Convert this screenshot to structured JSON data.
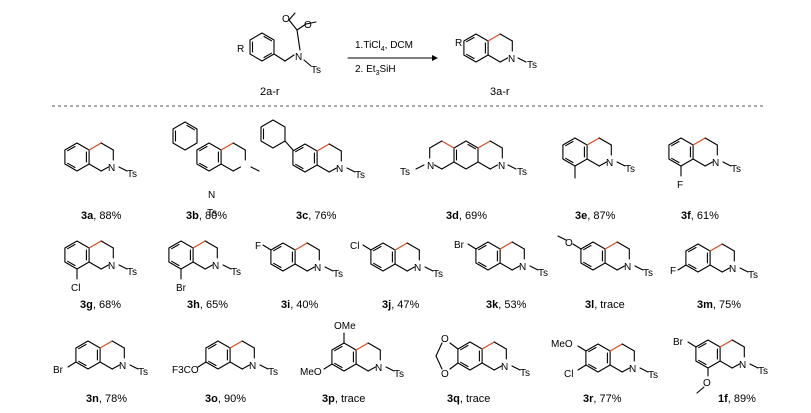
{
  "reaction": {
    "reactant_label": "2a-r",
    "product_label": "3a-r",
    "condition_1": "1.TiCl",
    "condition_1_sub": "4",
    "condition_1_tail": ", DCM",
    "condition_2": "2. Et",
    "condition_2_sub": "3",
    "condition_2_tail": "SiH"
  },
  "atoms": {
    "R": "R",
    "O": "O",
    "N": "N",
    "Ts": "Ts",
    "F": "F",
    "Cl": "Cl",
    "Br": "Br",
    "OMe": "OMe",
    "MeO": "MeO",
    "F3CO": "F3CO"
  },
  "compounds": [
    {
      "id": "3a",
      "yield": ", 88%"
    },
    {
      "id": "3b",
      "yield": ", 80%"
    },
    {
      "id": "3c",
      "yield": ", 76%"
    },
    {
      "id": "3d",
      "yield": ", 69%"
    },
    {
      "id": "3e",
      "yield": ", 87%"
    },
    {
      "id": "3f",
      "yield": ", 61%"
    },
    {
      "id": "3g",
      "yield": ", 68%"
    },
    {
      "id": "3h",
      "yield": ", 65%"
    },
    {
      "id": "3i",
      "yield": ", 40%"
    },
    {
      "id": "3j",
      "yield": ", 47%"
    },
    {
      "id": "3k",
      "yield": ", 53%"
    },
    {
      "id": "3l",
      "yield": ", trace"
    },
    {
      "id": "3m",
      "yield": ", 75%"
    },
    {
      "id": "3n",
      "yield": ", 78%"
    },
    {
      "id": "3o",
      "yield": ", 90%"
    },
    {
      "id": "3p",
      "yield": ", trace"
    },
    {
      "id": "3q",
      "yield": ", trace"
    },
    {
      "id": "3r",
      "yield": ", 77%"
    },
    {
      "id": "1f",
      "yield": ", 89%"
    }
  ],
  "colors": {
    "new_bond": "#d64a1e",
    "bond": "#000000",
    "separator": "#555555"
  }
}
